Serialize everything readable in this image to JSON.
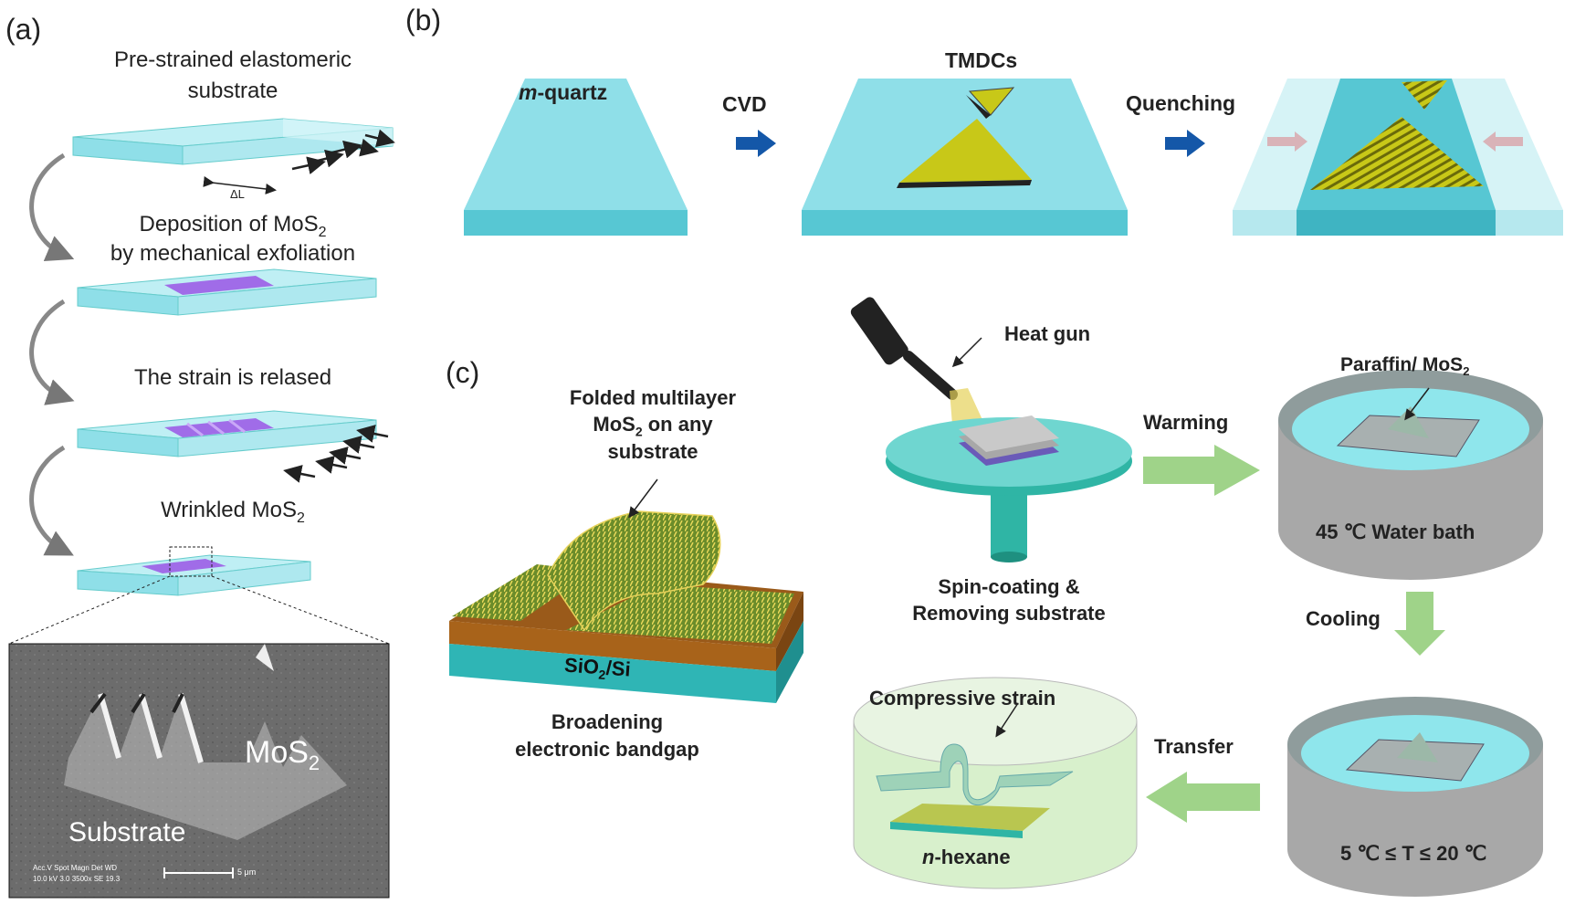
{
  "panels": {
    "a": "(a)",
    "b": "(b)",
    "c": "(c)"
  },
  "a": {
    "step1_line1": "Pre-strained elastomeric",
    "step1_line2": "substrate",
    "delta": "ΔL",
    "step2_line1_pre": "Deposition of MoS",
    "step2_line1_sub": "2",
    "step2_line2": "by mechanical exfoliation",
    "step3": "The strain is relased",
    "step4_pre": "Wrinkled MoS",
    "step4_sub": "2",
    "sem_mos2_pre": "MoS",
    "sem_mos2_sub": "2",
    "sem_substrate": "Substrate",
    "sem_meta1": "Acc.V  Spot Magn    Det  WD",
    "sem_meta2": "10.0 kV 3.0   3500x   SE   19.3",
    "sem_scale": "5 μm"
  },
  "b": {
    "mquartz_italic": "m",
    "mquartz_rest": "-quartz",
    "cvd": "CVD",
    "tmdcs": "TMDCs",
    "quenching": "Quenching"
  },
  "c": {
    "folded_line1": "Folded  multilayer",
    "folded_line2_pre": "MoS",
    "folded_line2_sub": "2",
    "folded_line2_post": " on any",
    "folded_line3": "substrate",
    "sio2_pre": "SiO",
    "sio2_sub": "2",
    "sio2_post": "/Si",
    "broadening1": "Broadening",
    "broadening2": "electronic bandgap",
    "heatgun": "Heat gun",
    "spin1": "Spin-coating &",
    "spin2": "Removing substrate",
    "warming": "Warming",
    "paraffin_pre": "Paraffin/ MoS",
    "paraffin_sub": "2",
    "waterbath": "45 ℃ Water bath",
    "cooling": "Cooling",
    "transfer": "Transfer",
    "compressive": "Compressive strain",
    "hexane_italic": "n",
    "hexane_rest": "-hexane",
    "temp": "5 ℃ ≤ T ≤ 20 ℃"
  },
  "colors": {
    "substrate": "#8fdfe8",
    "mos2": "#a06ce8",
    "tmdc": "#c8c818",
    "arrow_blue": "#1457a8",
    "arrow_green": "#9fd389"
  }
}
